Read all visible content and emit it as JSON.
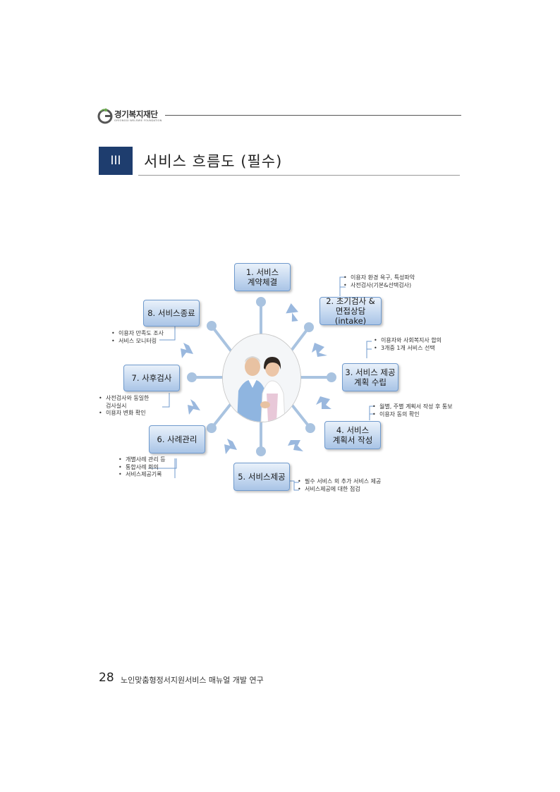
{
  "header": {
    "logo_name": "경기복지재단",
    "logo_sub": "GYEONGGI WELFARE FOUNDATION"
  },
  "section": {
    "number": "III",
    "title": "서비스 흐름도 (필수)"
  },
  "diagram": {
    "steps": [
      {
        "label": "1. 서비스\n계약체결"
      },
      {
        "label": "2. 초기검사 &\n면접상담 (intake)"
      },
      {
        "label": "3. 서비스 제공\n계획 수립"
      },
      {
        "label": "4. 서비스\n계획서 작성"
      },
      {
        "label": "5. 서비스제공"
      },
      {
        "label": "6. 사례관리"
      },
      {
        "label": "7. 사후검사"
      },
      {
        "label": "8. 서비스종료"
      }
    ],
    "notes": {
      "n1": [
        "이용자 환경 욕구, 특성파악",
        "사전검사(기본&선택검사)"
      ],
      "n2": [
        "이용자와 사회복지사 합의",
        "3개중 1개 서비스 선택"
      ],
      "n3": [
        "월별, 주별 계획서 작성 후 통보",
        "이용자 동의 확인"
      ],
      "n4": [
        "필수 서비스 외 추가 서비스 제공",
        "서비스제공에 대한 점검"
      ],
      "n5": [
        "개별사례 관리 등",
        "통합사례 회의",
        "서비스제공기록"
      ],
      "n6_line1": "사전검사와 동일한",
      "n6_line1_cont": "검사실시",
      "n6_line2": "이용자 변화 확인",
      "n7": [
        "이용자 만족도 조사",
        "서비스 모니터링"
      ]
    },
    "colors": {
      "connector": "#a9c3e0",
      "arrow": "#9ab8de",
      "box_border": "#6f9acd"
    }
  },
  "footer": {
    "page_number": "28",
    "title": "노인맞춤형정서지원서비스 매뉴얼 개발 연구"
  }
}
